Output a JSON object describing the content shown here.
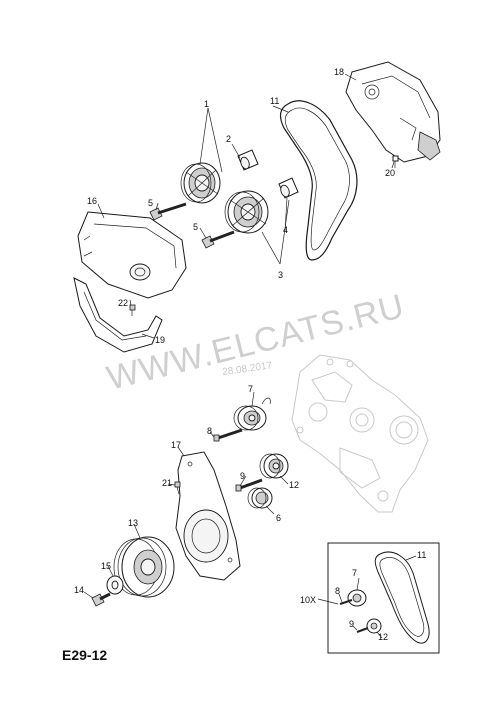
{
  "diagram": {
    "code": "E29-12",
    "watermark": "WWW.ELCATS.RU",
    "stamp_date": "28.08.2017",
    "inset_label": "10X",
    "callouts": {
      "c1": "1",
      "c2": "2",
      "c3": "3",
      "c4": "4",
      "c5a": "5",
      "c5b": "5",
      "c6": "6",
      "c7": "7",
      "c8": "8",
      "c9": "9",
      "c11": "11",
      "c12": "12",
      "c13": "13",
      "c14": "14",
      "c15": "15",
      "c16": "16",
      "c17": "17",
      "c18": "18",
      "c19": "19",
      "c20": "20",
      "c21": "21",
      "c22": "22",
      "i7": "7",
      "i8": "8",
      "i9": "9",
      "i11": "11",
      "i12": "12"
    },
    "colors": {
      "line": "#1a1a1a",
      "ghost": "#c9c9c9",
      "watermark": "#cfcfcf"
    }
  }
}
